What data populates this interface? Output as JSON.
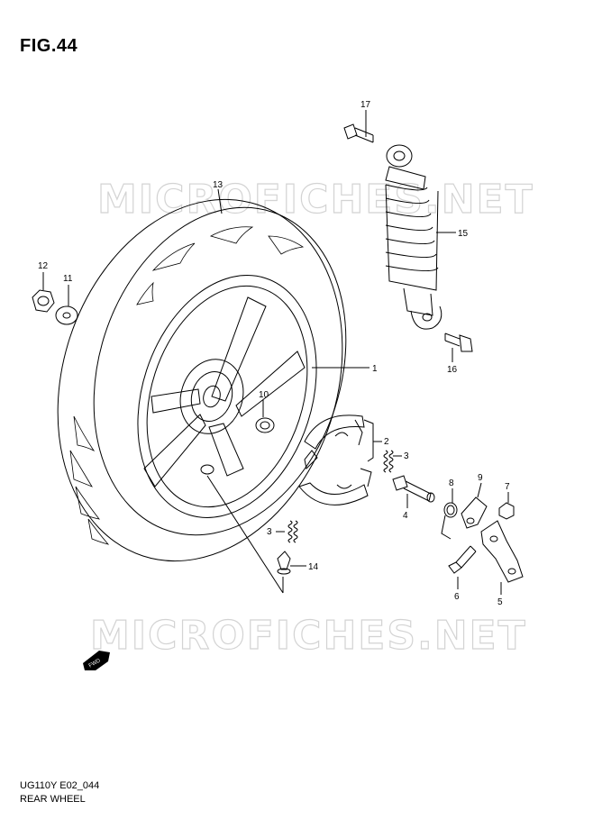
{
  "figure": {
    "title": "FIG.44",
    "code": "UG110Y E02_044",
    "name": "REAR WHEEL",
    "watermark": "MICROFICHES.NET",
    "direction_label": "FWD"
  },
  "callouts": [
    "1",
    "2",
    "3",
    "3",
    "4",
    "5",
    "6",
    "7",
    "8",
    "9",
    "10",
    "11",
    "12",
    "13",
    "14",
    "15",
    "16",
    "17"
  ],
  "colors": {
    "line": "#000000",
    "watermark": "#d3d3d3",
    "background": "#ffffff"
  }
}
